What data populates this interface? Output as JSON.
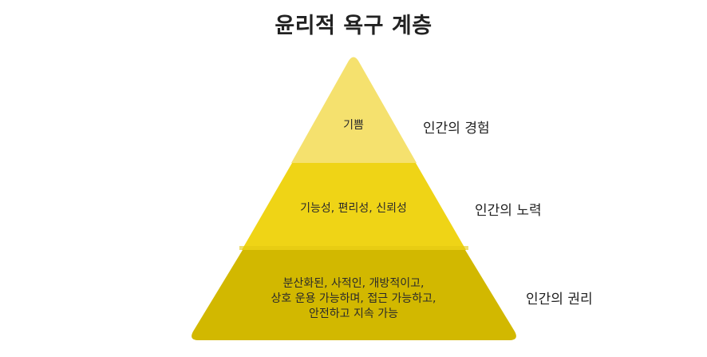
{
  "title": "윤리적 욕구 계층",
  "colors": {
    "layer_top": "#F5E16E",
    "layer_middle": "#EFD416",
    "layer_bottom": "#D2B800",
    "text": "#222222"
  },
  "layers": [
    {
      "level": 1,
      "text": "기쁨",
      "label": "인간의 경험"
    },
    {
      "level": 2,
      "text": "기능성, 편리성, 신뢰성",
      "label": "인간의 노력"
    },
    {
      "level": 3,
      "text_lines": [
        "분산화된, 사적인, 개방적이고,",
        "상호 운용 가능하며, 접근 가능하고,",
        "안전하고 지속 가능"
      ],
      "label": "인간의 권리"
    }
  ]
}
